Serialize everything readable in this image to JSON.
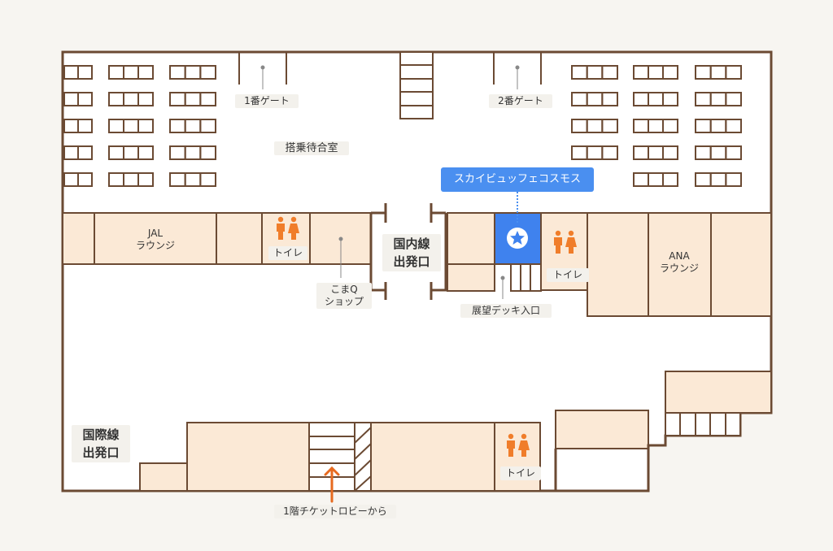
{
  "labels": {
    "gate1": "1番ゲート",
    "gate2": "2番ゲート",
    "waiting_room": "搭乗待合室",
    "jal_lounge_1": "JAL",
    "jal_lounge_2": "ラウンジ",
    "toilet": "トイレ",
    "komaq_1": "こまQ",
    "komaq_2": "ショップ",
    "domestic_1": "国内線",
    "domestic_2": "出発口",
    "observation_deck": "展望デッキ入口",
    "ana_lounge_1": "ANA",
    "ana_lounge_2": "ラウンジ",
    "international_1": "国際線",
    "international_2": "出発口",
    "from_1f": "1階チケットロビーから"
  },
  "callout": {
    "text": "スカイビュッフェコスモス"
  },
  "colors": {
    "wall": "#6b4a33",
    "room_fill": "#fbe9d6",
    "highlight": "#3f82ee",
    "toilet_icon": "#f07d2a",
    "arrow": "#e76a1f",
    "background": "#f7f5f1"
  },
  "icons": [
    "toilet-icon",
    "star-icon",
    "arrow-up-icon"
  ]
}
